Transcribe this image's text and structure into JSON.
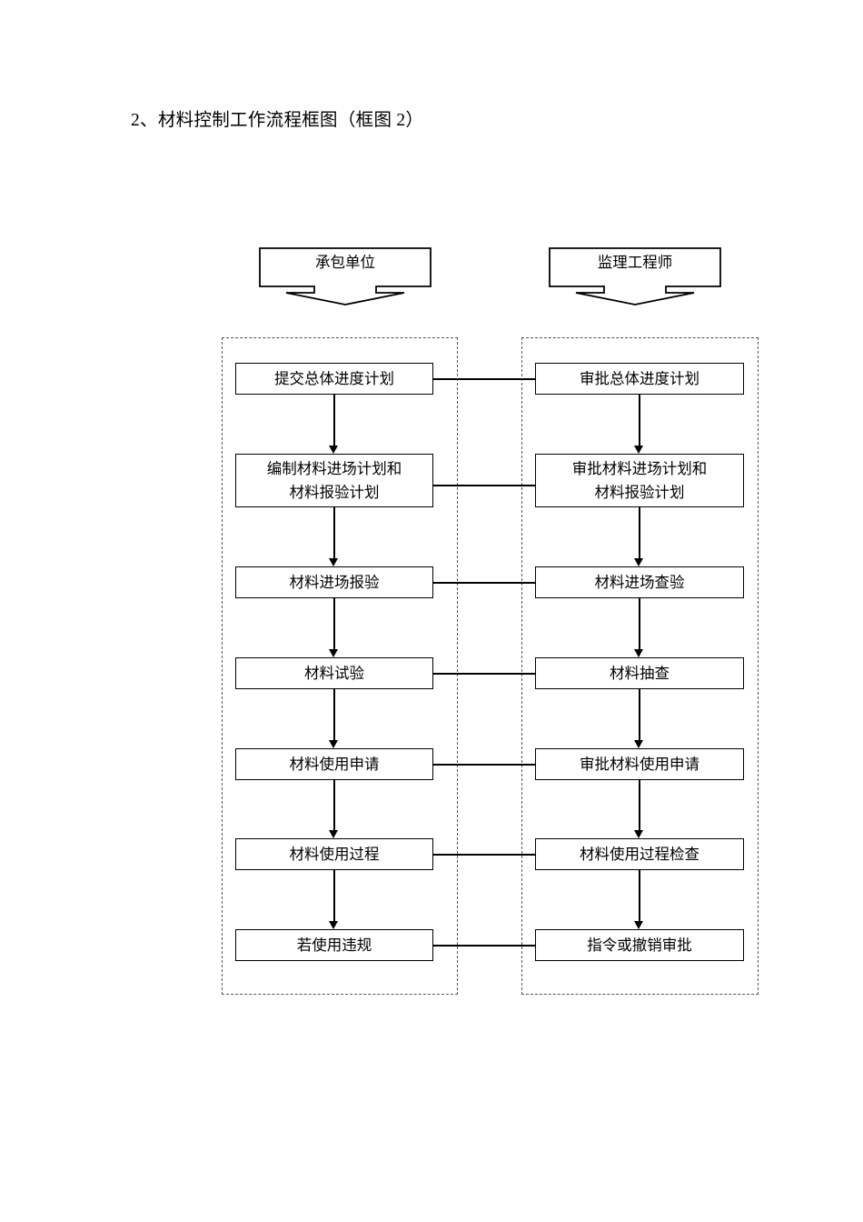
{
  "document": {
    "title": "2、材料控制工作流程框图（框图 2）"
  },
  "diagram": {
    "type": "flowchart",
    "lanes": [
      {
        "id": "contractor",
        "actor_label": "承包单位"
      },
      {
        "id": "supervisor",
        "actor_label": "监理工程师"
      }
    ],
    "rows": [
      {
        "left": "提交总体进度计划",
        "right": "审批总体进度计划",
        "lines": 1
      },
      {
        "left": "编制材料进场计划和\n材料报验计划",
        "right": "审批材料进场计划和\n材料报验计划",
        "lines": 2
      },
      {
        "left": "材料进场报验",
        "right": "材料进场查验",
        "lines": 1
      },
      {
        "left": "材料试验",
        "right": "材料抽查",
        "lines": 1
      },
      {
        "left": "材料使用申请",
        "right": "审批材料使用申请",
        "lines": 1
      },
      {
        "left": "材料使用过程",
        "right": "材料使用过程检查",
        "lines": 1
      },
      {
        "left": "若使用违规",
        "right": "指令或撤销审批",
        "lines": 1
      }
    ],
    "colors": {
      "ink": "#000000",
      "lane_border": "#555555",
      "page_background": "#ffffff"
    }
  }
}
